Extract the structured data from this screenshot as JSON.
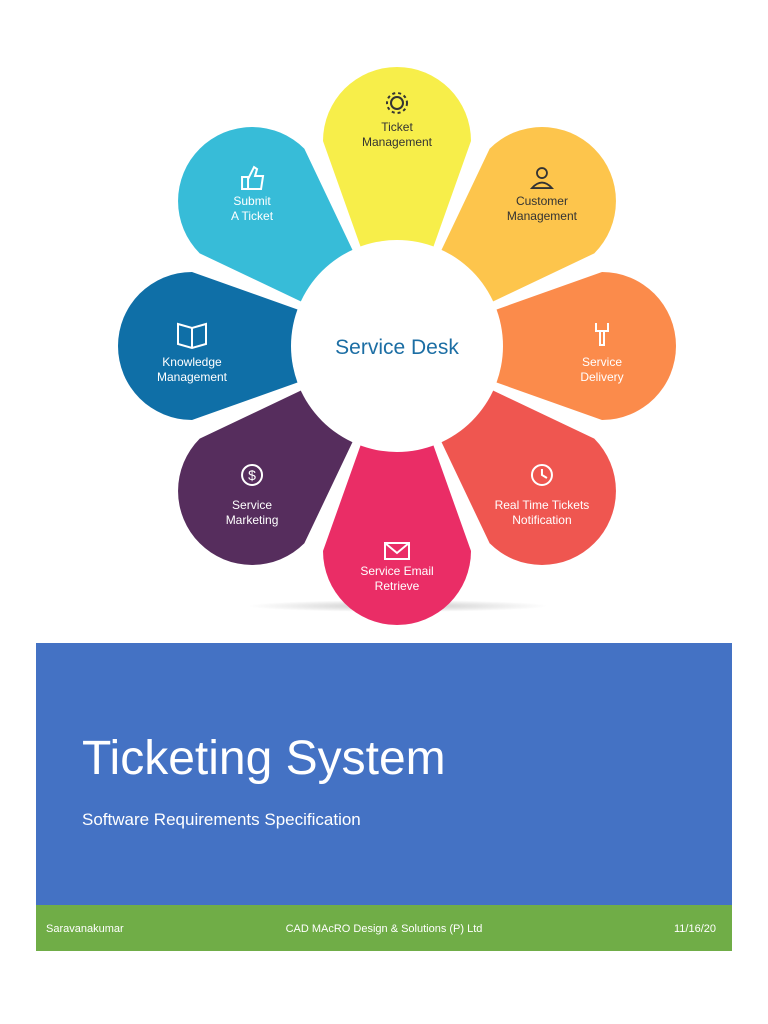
{
  "diagram": {
    "center_label": "Service Desk",
    "petals": [
      {
        "lines": [
          "Ticket",
          "Management"
        ],
        "icon": "gear-icon",
        "color": "#f7ee4a"
      },
      {
        "lines": [
          "Customer",
          "Management"
        ],
        "icon": "user-icon",
        "color": "#fdc54c"
      },
      {
        "lines": [
          "Service",
          "Delivery"
        ],
        "icon": "wrench-icon",
        "color": "#fb8b4b"
      },
      {
        "lines": [
          "Real Time Tickets",
          "Notification"
        ],
        "icon": "clock-icon",
        "color": "#ef5650"
      },
      {
        "lines": [
          "Service Email",
          "Retrieve"
        ],
        "icon": "envelope-icon",
        "color": "#ea2d66"
      },
      {
        "lines": [
          "Service",
          "Marketing"
        ],
        "icon": "dollar-icon",
        "color": "#562d5d"
      },
      {
        "lines": [
          "Knowledge",
          "Management"
        ],
        "icon": "book-icon",
        "color": "#0f6fa7"
      },
      {
        "lines": [
          "Submit",
          "A Ticket"
        ],
        "icon": "thumbs-up-icon",
        "color": "#37bcd8"
      }
    ]
  },
  "cover": {
    "title": "Ticketing System",
    "subtitle": "Software Requirements Specification",
    "band_color": "#4472c4"
  },
  "footer": {
    "author": "Saravanakumar",
    "company": "CAD MAcRO Design & Solutions (P) Ltd",
    "date": "11/16/20",
    "band_color": "#70ad47"
  }
}
